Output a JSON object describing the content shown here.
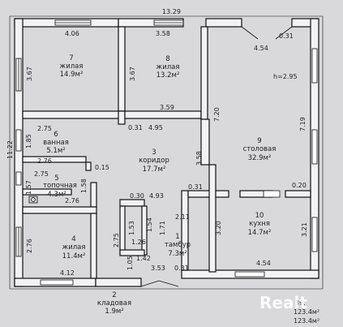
{
  "dimensions": {
    "top_total": "13.29",
    "top_room7": "4.06",
    "top_room8": "3.58",
    "top_right": "4.54",
    "door_top": "0.31",
    "ceiling_height": "h=2.95",
    "left_room7": "3.67",
    "room8_left": "3.67",
    "pillar_room7": "0.31",
    "room8_bottom": "3.59",
    "corridor_top": "4.95",
    "corridor_right": "3.58",
    "hall_right_wall": "7.20",
    "right_wall": "7.19",
    "left_total": "11.22",
    "bath_top": "2.75",
    "bath_left": "1.85",
    "boiler_top": "2.76",
    "boiler_wall": "0.15",
    "boiler_inner_top": "2.75",
    "boiler_left": "1.57",
    "boiler_inner_right": "1.58",
    "boiler_bottom": "2.76",
    "wall_030": "0.30",
    "corridor_width": "4.93",
    "kitchen_door": "0.31",
    "dining_kitchen": "0.20",
    "stair_153": "1.53",
    "stair_154": "1.54",
    "stair_171": "1.71",
    "vest_211": "2.11",
    "vest_275": "2.75",
    "kitchen_left": "3.20",
    "kitchen_right": "3.21",
    "stor_126": "1.26",
    "stor_105": "1.05",
    "stor_142": "1.42",
    "left_bottom": "2.76",
    "bottom_412": "4.12",
    "bottom_353": "3.53",
    "bottom_031": "0.31",
    "kitchen_bottom": "4.54"
  },
  "rooms": {
    "r7": {
      "num": "7",
      "name": "жилая",
      "area": "14.9м²"
    },
    "r8": {
      "num": "8",
      "name": "жилая",
      "area": "13.2м²"
    },
    "r6": {
      "num": "6",
      "name": "ванная",
      "area": "5.1м²"
    },
    "r5": {
      "num": "5",
      "name": "топочная",
      "area": "4.3м²"
    },
    "r3": {
      "num": "3",
      "name": "коридор",
      "area": "17.7м²"
    },
    "r9": {
      "num": "9",
      "name": "столовая",
      "area": "32.9м²"
    },
    "r4": {
      "num": "4",
      "name": "жилая",
      "area": "11.4м²"
    },
    "r1": {
      "num": "1",
      "name": "тамбур",
      "area": "7.3м²"
    },
    "r10": {
      "num": "10",
      "name": "кухня",
      "area": "14.7м²"
    },
    "r2": {
      "num": "2",
      "name": "кладовая",
      "area": "1.9м²"
    }
  },
  "totals": {
    "line1": "39.",
    "line2": "123.4м²",
    "line3": "123.4м²"
  },
  "watermark": "Realt"
}
